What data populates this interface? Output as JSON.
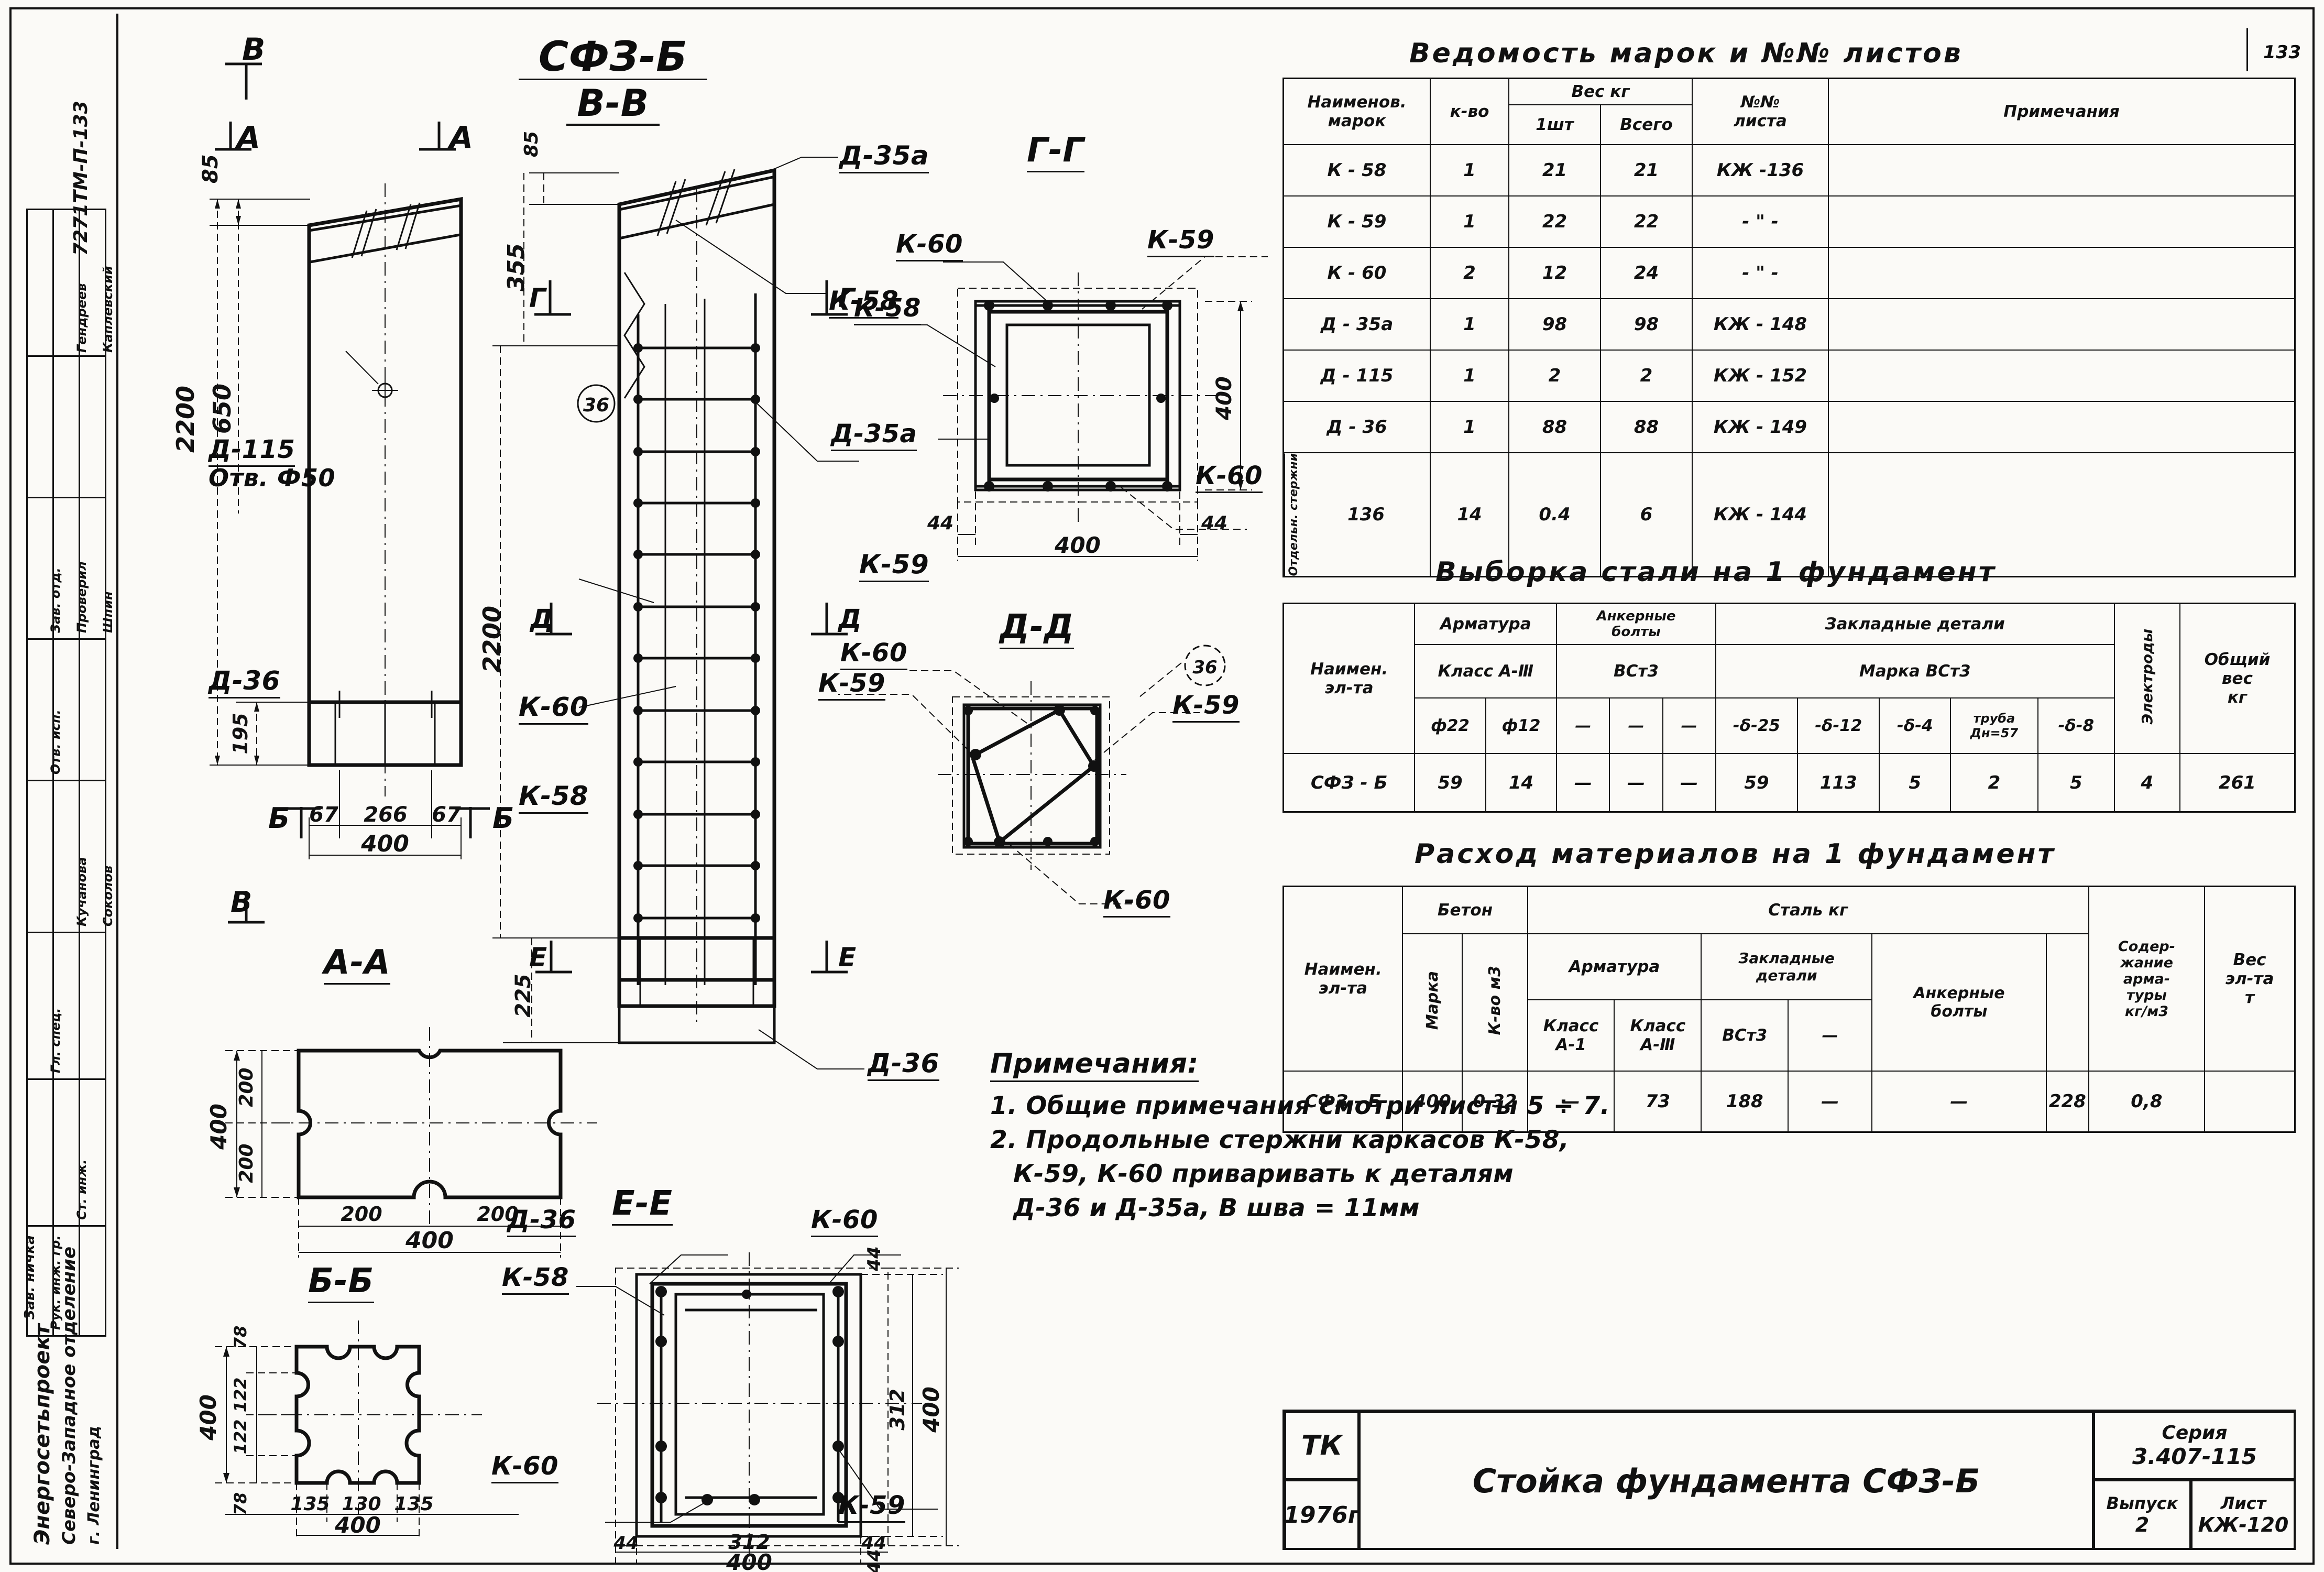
{
  "sheet": {
    "drawing_number": "7271ТМ-П-133",
    "page_number": "133",
    "main_label": "СФЗ-Б",
    "main_section": "В-В"
  },
  "left_stamp": {
    "org_line1": "Северо-Западное отделение",
    "org_line2": "г. Ленинград",
    "institute": "Энергосетьпроект",
    "col_header": "Зав. ничка",
    "rows": [
      {
        "role": "Зав. отд.",
        "name": "Каплевский",
        "extra": "Гендреев"
      },
      {
        "role": "Отв. исп.",
        "name": "Проверил",
        "extra": "Шпин"
      },
      {
        "role": "Гл. спец.",
        "name": "Соколов",
        "extra": "Кучанова"
      },
      {
        "role": "Рук. инж. гр.",
        "name": "Ст. инж.",
        "extra": ""
      }
    ]
  },
  "views": {
    "elevation_left": {
      "title": "",
      "labels": [
        {
          "text": "В",
          "kind": "section-mark"
        },
        {
          "text": "А",
          "kind": "section-mark"
        },
        {
          "text": "А",
          "kind": "section-mark"
        },
        {
          "text": "Б",
          "kind": "section-mark"
        },
        {
          "text": "Б",
          "kind": "section-mark"
        },
        {
          "text": "В",
          "kind": "section-mark"
        }
      ],
      "callouts": [
        "Д-115",
        "Отв. Ф50",
        "Д-36",
        "Д-35а"
      ],
      "dims": [
        "85",
        "650",
        "2200",
        "195",
        "67",
        "266",
        "67",
        "400"
      ]
    },
    "elevation_center": {
      "title_top": "СФЗ-Б",
      "title_bottom": "В-В",
      "callouts": [
        "Д-35а",
        "К-58",
        "К-59",
        "К-60",
        "Д-36",
        "36"
      ],
      "section_marks": [
        "Г",
        "Г",
        "Д",
        "Д",
        "Е",
        "Е"
      ],
      "dims": [
        "85",
        "355",
        "2200",
        "225"
      ]
    },
    "section_gg": {
      "title": "Г-Г",
      "callouts": [
        "К-60",
        "К-59",
        "К-58",
        "Д-35а",
        "К-60"
      ],
      "dims": [
        "400",
        "400",
        "44",
        "44"
      ]
    },
    "section_dd": {
      "title": "Д-Д",
      "callouts": [
        "К-60",
        "К-59",
        "К-59",
        "К-60",
        "36"
      ],
      "dims": []
    },
    "section_aa": {
      "title": "А-А",
      "dims": [
        "400",
        "200",
        "200",
        "200",
        "200",
        "400"
      ]
    },
    "section_bb": {
      "title": "Б-Б",
      "dims": [
        "400",
        "78",
        "122",
        "122",
        "78",
        "135",
        "130",
        "135",
        "400"
      ]
    },
    "section_ee": {
      "title": "Е-Е",
      "callouts": [
        "Д-36",
        "К-58",
        "К-60",
        "К-60",
        "К-59"
      ],
      "dims": [
        "44",
        "312",
        "44",
        "400",
        "44",
        "312",
        "44",
        "400"
      ]
    }
  },
  "table_marks": {
    "title": "Ведомость марок и №№ листов",
    "headers": {
      "name": [
        "Наименов.",
        "марок"
      ],
      "qty": "к-во",
      "weight_group": "Вес кг",
      "weight_one": "1шт",
      "weight_total": "Всего",
      "sheet": [
        "№№",
        "листа"
      ],
      "notes": "Примечания"
    },
    "rows": [
      {
        "name": "К - 58",
        "qty": "1",
        "w1": "21",
        "wt": "21",
        "sheet": "КЖ -136",
        "note": ""
      },
      {
        "name": "К - 59",
        "qty": "1",
        "w1": "22",
        "wt": "22",
        "sheet": "- \" -",
        "note": ""
      },
      {
        "name": "К - 60",
        "qty": "2",
        "w1": "12",
        "wt": "24",
        "sheet": "- \" -",
        "note": ""
      },
      {
        "name": "Д - 35а",
        "qty": "1",
        "w1": "98",
        "wt": "98",
        "sheet": "КЖ - 148",
        "note": ""
      },
      {
        "name": "Д - 115",
        "qty": "1",
        "w1": "2",
        "wt": "2",
        "sheet": "КЖ - 152",
        "note": ""
      },
      {
        "name": "Д - 36",
        "qty": "1",
        "w1": "88",
        "wt": "88",
        "sheet": "КЖ - 149",
        "note": ""
      },
      {
        "name": "Отдельн. стержни",
        "code": "136",
        "qty": "14",
        "w1": "0.4",
        "wt": "6",
        "sheet": "КЖ - 144",
        "note": ""
      }
    ]
  },
  "table_steel": {
    "title": "Выборка стали на 1 фундамент",
    "headers": {
      "name": [
        "Наимен.",
        "эл-та"
      ],
      "rebar": "Арматура",
      "rebar_class": "Класс А-Ⅲ",
      "anchor": [
        "Анкерные",
        "болты"
      ],
      "anchor_grade": "ВСт3",
      "embedded": "Закладные детали",
      "embedded_grade": "Марка ВСт3",
      "electrodes": "Электроды",
      "total": [
        "Общий",
        "вес",
        "кг"
      ]
    },
    "subheaders": [
      "ф22",
      "ф12",
      "—",
      "—",
      "—",
      "-δ-25",
      "-δ-12",
      "-δ-4",
      "труба Дн=57",
      "-δ-8"
    ],
    "row": {
      "name": "СФЗ - Б",
      "values": [
        "59",
        "14",
        "—",
        "—",
        "—",
        "59",
        "113",
        "5",
        "2",
        "5",
        "4",
        "261"
      ]
    }
  },
  "table_materials": {
    "title": "Расход материалов на 1 фундамент",
    "headers": {
      "name": [
        "Наимен.",
        "эл-та"
      ],
      "concrete": "Бетон",
      "concrete_grade": "Марка",
      "concrete_vol": "К-во м3",
      "steel": "Сталь кг",
      "rebar": "Арматура",
      "rebar_a1": [
        "Класс",
        "А-1"
      ],
      "rebar_a3": [
        "Класс",
        "А-Ⅲ"
      ],
      "embedded": [
        "Закладные",
        "детали"
      ],
      "embedded_grade": "ВСт3",
      "embedded_dash": "—",
      "anchor": [
        "Анкерные",
        "болты"
      ],
      "content": [
        "Содер-",
        "жание",
        "арма-",
        "туры",
        "кг/м3"
      ],
      "weight": [
        "Вес",
        "эл-та",
        "т"
      ]
    },
    "row": {
      "name": "СФЗ - Б",
      "values": [
        "400",
        "0,32",
        "—",
        "73",
        "188",
        "—",
        "—",
        "228",
        "0,8"
      ]
    }
  },
  "notes": {
    "title": "Примечания:",
    "items": [
      "1. Общие примечания смотри листы 5 ÷ 7.",
      "2. Продольные стержни каркасов К-58,",
      "К-59, К-60 приваривать к деталям",
      "Д-36 и Д-35а, В шва = 11мм"
    ]
  },
  "title_block": {
    "org_code": "ТК",
    "year": "1976г",
    "title": "Стойка фундамента СФЗ-Б",
    "series_label": "Серия",
    "series_value": "3.407-115",
    "issue_label": "Выпуск",
    "issue_value": "2",
    "sheet_label": "Лист",
    "sheet_value": "КЖ-120"
  }
}
